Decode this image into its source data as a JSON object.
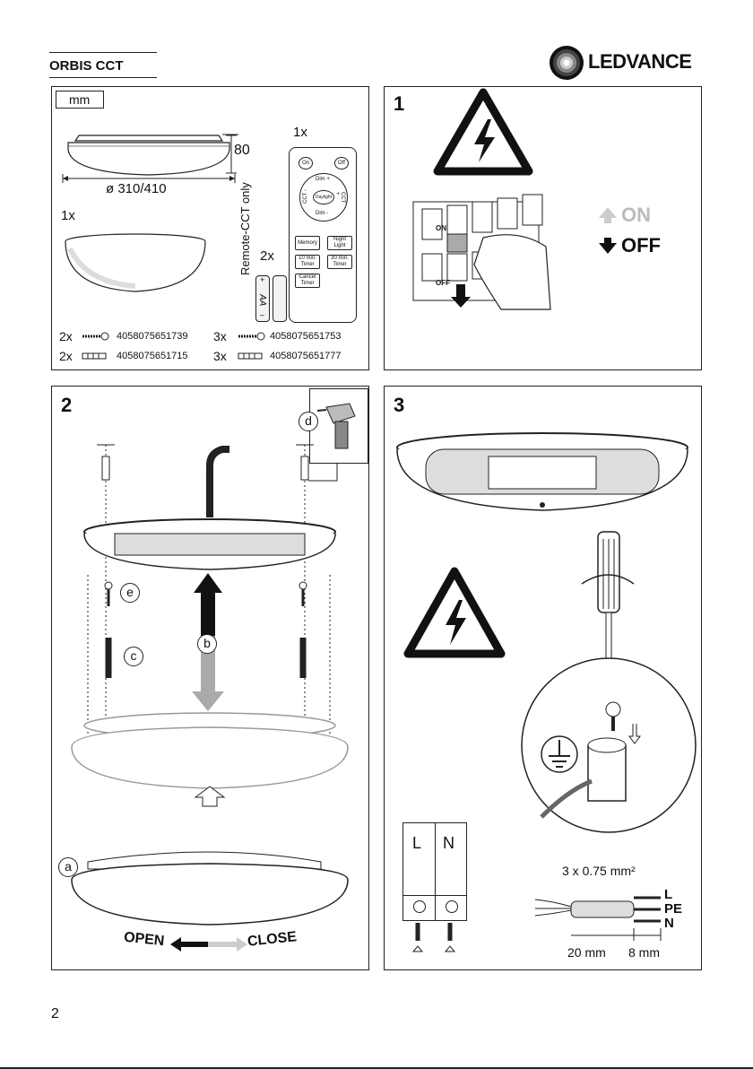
{
  "header": {
    "product": "ORBIS CCT",
    "brand": "LEDVANCE"
  },
  "panel_spec": {
    "unit": "mm",
    "height": "80",
    "diameter": "ø 310/410",
    "qty_luminaire": "1x",
    "qty_remote": "1x",
    "remote_note": "Remote-CCT only",
    "qty_battery": "2x",
    "battery_label": "AA",
    "plus": "+",
    "minus": "–",
    "remote_buttons": {
      "on": "On",
      "off": "Off",
      "dim_plus": "Dim +",
      "dim_minus": "Dim -",
      "cct_minus": "CCT -",
      "cct_plus": "CCT +",
      "daylight": "Daylight",
      "memory": "Memory",
      "night_light": "Night Light",
      "timer10": "10 min. Timer",
      "timer30": "30 min. Timer",
      "cancel_timer": "Cancel Timer"
    },
    "parts": [
      {
        "qty": "2x",
        "code": "4058075651739"
      },
      {
        "qty": "2x",
        "code": "4058075651715"
      },
      {
        "qty": "3x",
        "code": "4058075651753"
      },
      {
        "qty": "3x",
        "code": "4058075651777"
      }
    ]
  },
  "panel1": {
    "number": "1",
    "on": "ON",
    "off": "OFF",
    "switch_on": "ON",
    "switch_off": "OFF"
  },
  "panel2": {
    "number": "2",
    "label_a": "a",
    "label_b": "b",
    "label_c": "c",
    "label_d": "d",
    "label_e": "e",
    "open": "OPEN",
    "close": "CLOSE"
  },
  "panel3": {
    "number": "3",
    "L": "L",
    "N": "N",
    "cable": "3 x 0.75 mm²",
    "wire_L": "L",
    "wire_PE": "PE",
    "wire_N": "N",
    "strip_outer": "20 mm",
    "strip_inner": "8 mm"
  },
  "footer": {
    "page_number": "2"
  }
}
